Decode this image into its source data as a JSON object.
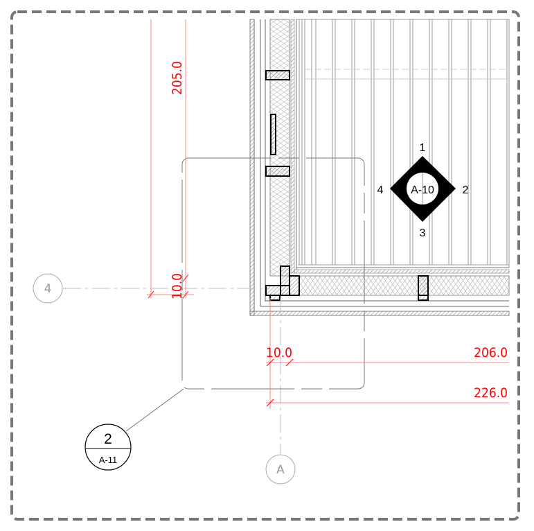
{
  "dimensions": {
    "vertical_total": "205.0",
    "vertical_offset": "10.0",
    "horizontal_offset": "10.0",
    "horizontal_inner": "206.0",
    "horizontal_total": "226.0"
  },
  "grid_lines": {
    "horizontal": "4",
    "vertical": "A"
  },
  "detail_callout": {
    "number": "2",
    "sheet": "A-11"
  },
  "elevation_marker": {
    "sheet": "A-10",
    "views": [
      "1",
      "2",
      "3",
      "4"
    ]
  },
  "colors": {
    "dimension": "#ff0000",
    "border": "#777777",
    "grid": "#aaaaaa"
  }
}
